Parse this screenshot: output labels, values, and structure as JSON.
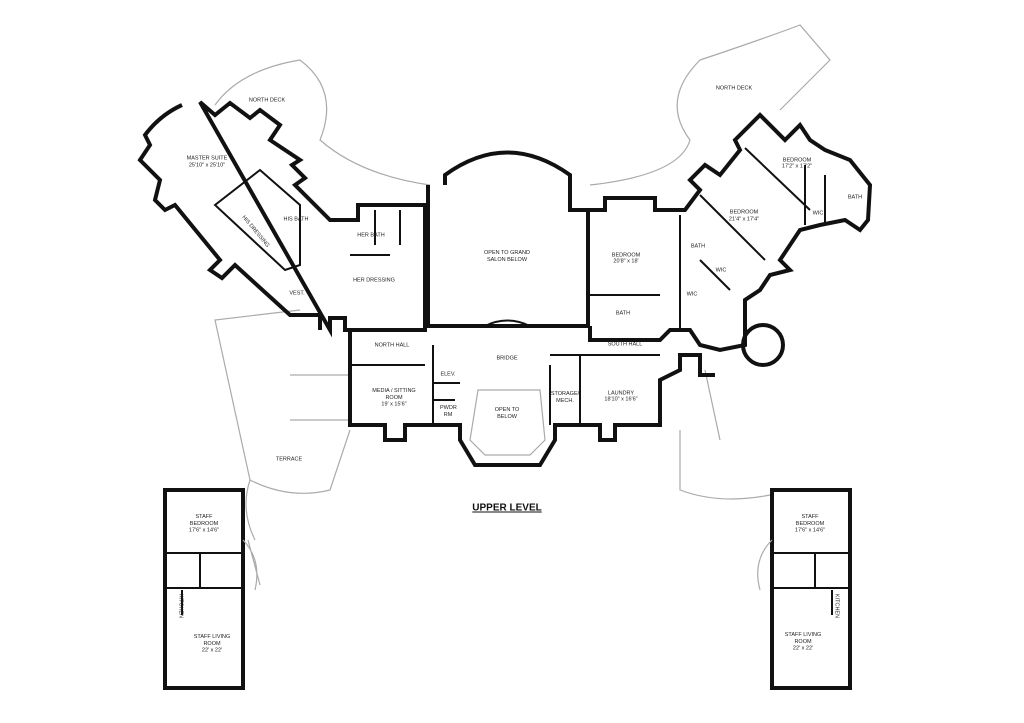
{
  "plan_title": "UPPER LEVEL",
  "rooms": {
    "north_deck_left": "NORTH DECK",
    "north_deck_right": "NORTH DECK",
    "master_suite": "MASTER SUITE",
    "master_suite_dim": "25'10\" x 25'10\"",
    "his_bath": "HIS BATH",
    "his_dressing": "HIS DRESSING",
    "her_bath": "HER BATH",
    "her_dressing": "HER DRESSING",
    "vest": "VEST.",
    "grand_salon": "OPEN TO GRAND SALON BELOW",
    "bedroom_a": "BEDROOM",
    "bedroom_a_dim": "20'8\" x 18'",
    "bedroom_b": "BEDROOM",
    "bedroom_b_dim": "21'4\" x 17'4\"",
    "bedroom_c": "BEDROOM",
    "bedroom_c_dim": "17'2\" x 17'2\"",
    "bath_a": "BATH",
    "bath_b": "BATH",
    "bath_c": "BATH",
    "wic_a": "WIC",
    "wic_b": "WIC",
    "wic_c": "WIC",
    "north_hall": "NORTH HALL",
    "south_hall": "SOUTH HALL",
    "bridge": "BRIDGE",
    "elev": "ELEV.",
    "pwdr": "PWDR RM",
    "media": "MEDIA / SITTING ROOM",
    "media_dim": "19' x 15'6\"",
    "open_below": "OPEN TO BELOW",
    "storage": "STORAGE/ MECH.",
    "laundry": "LAUNDRY",
    "laundry_dim": "18'10\" x 16'6\"",
    "terrace": "TERRACE",
    "staff_bedroom_left": "STAFF BEDROOM",
    "staff_bedroom_left_dim": "17'6\" x 14'6\"",
    "staff_living_left": "STAFF LIVING ROOM",
    "staff_living_left_dim": "22' x 22'",
    "kitchen_left": "KITCHEN",
    "staff_bedroom_right": "STAFF BEDROOM",
    "staff_bedroom_right_dim": "17'6\" x 14'6\"",
    "staff_living_right": "STAFF LIVING ROOM",
    "staff_living_right_dim": "22' x 22'",
    "kitchen_right": "KITCHEN"
  }
}
